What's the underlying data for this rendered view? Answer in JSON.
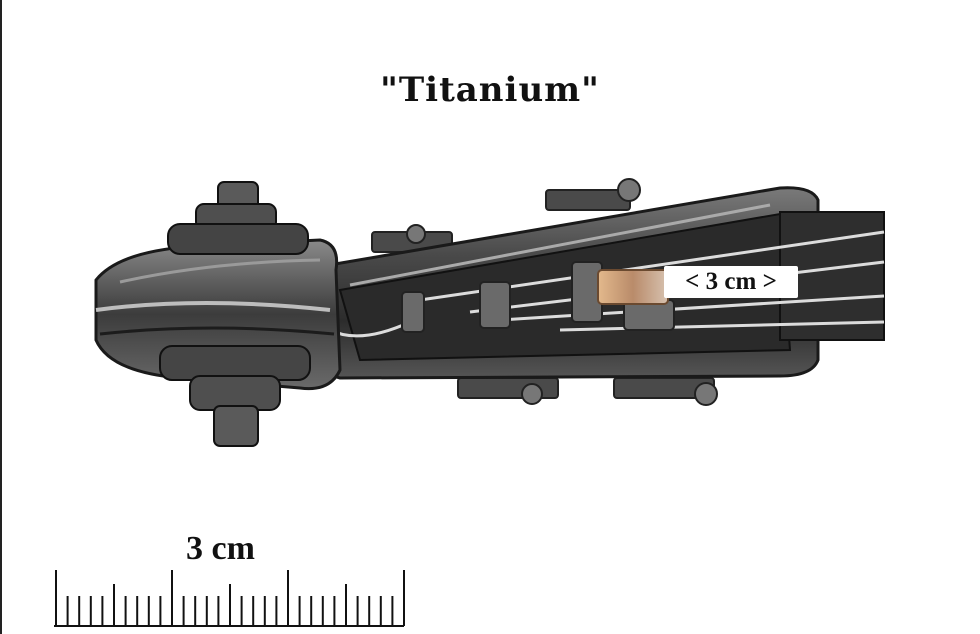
{
  "title": "\"Titanium\"",
  "photo": {
    "subject_icon": "violin-scroll-pegbox-photo",
    "inset_label": "< 3 cm >",
    "colors": {
      "wood": "#3a3a3a",
      "highlight": "#9a9a9a",
      "strings": "#d8d8d8",
      "insert": "#b07a55"
    }
  },
  "scale_bar": {
    "label": "3 cm",
    "icon": "ruler-scale-icon"
  }
}
